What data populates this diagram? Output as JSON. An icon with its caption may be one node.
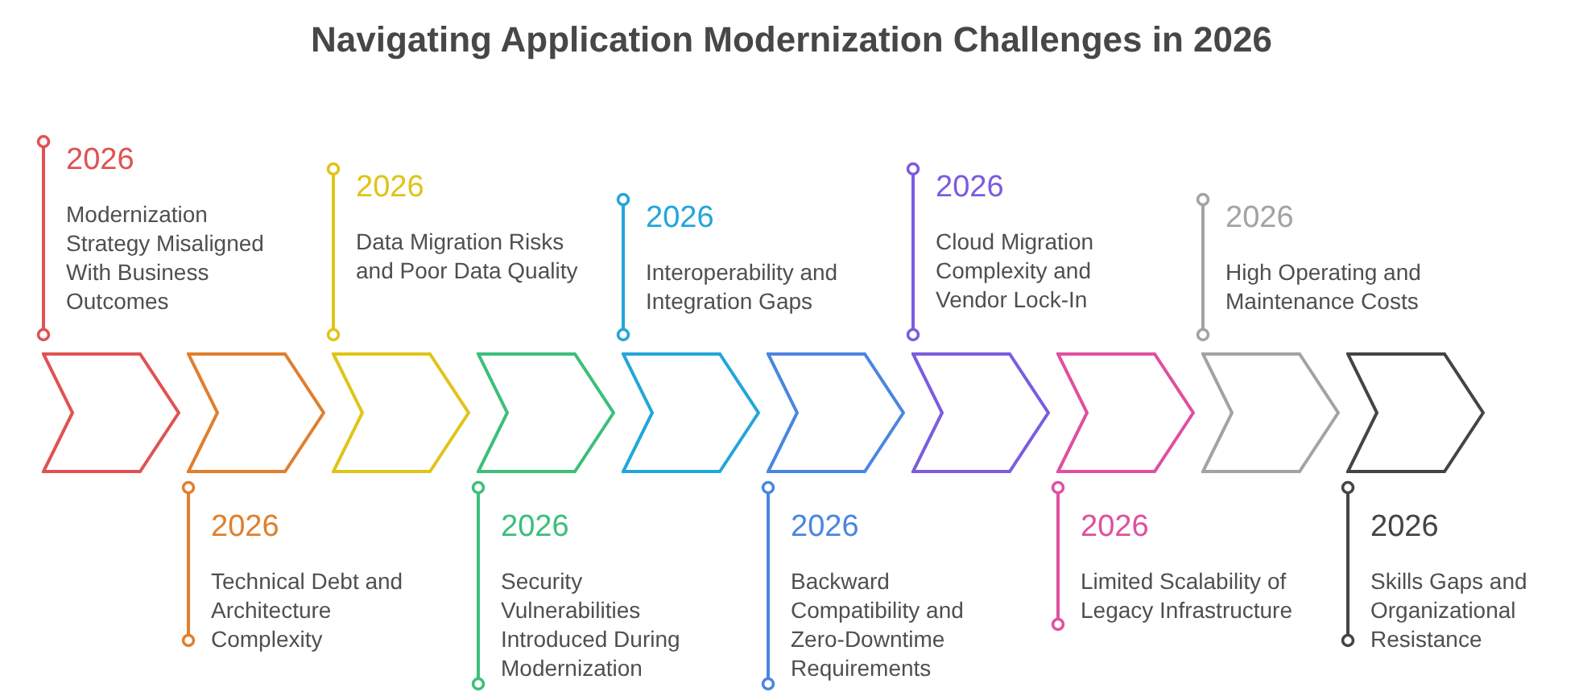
{
  "diagram": {
    "title": "Navigating Application Modernization Challenges in 2026",
    "nodes": [
      {
        "text": [
          "2026",
          "Modernization Strategy Misaligned With Business Outcomes"
        ]
      },
      {
        "text": [],
        "shape": "chevron"
      },
      {
        "text": [
          "2026",
          "Technical Debt and Architecture Complexity"
        ]
      },
      {
        "text": [],
        "shape": "chevron"
      },
      {
        "text": [
          "2026",
          "Data Migration Risks and Poor Data Quality"
        ]
      },
      {
        "text": [],
        "shape": "chevron"
      },
      {
        "text": [
          "2026",
          "Security Vulnerabilities Introduced During Modernization"
        ]
      },
      {
        "text": [],
        "shape": "chevron"
      },
      {
        "text": [
          "2026",
          "Interoperability and Integration Gaps"
        ]
      },
      {
        "text": [],
        "shape": "chevron"
      },
      {
        "text": [
          "2026",
          "Backward Compatibility and Zero-Downtime Requirements"
        ]
      },
      {
        "text": [],
        "shape": "chevron"
      },
      {
        "text": [
          "2026",
          "Cloud Migration Complexity and Vendor Lock-In"
        ]
      },
      {
        "text": [],
        "shape": "chevron"
      },
      {
        "text": [
          "2026",
          "Limited Scalability of Legacy Infrastructure"
        ]
      },
      {
        "text": [],
        "shape": "chevron"
      },
      {
        "text": [
          "2026",
          "High Operating and Maintenance Costs"
        ]
      },
      {
        "text": [],
        "shape": "chevron"
      },
      {
        "text": [
          "2026",
          "Skills Gaps and Organizational Resistance"
        ]
      },
      {
        "text": [],
        "shape": "chevron"
      }
    ],
    "edges": [
      {
        "from": 0,
        "to": 1,
        "arrow": "other",
        "color": "#e05252"
      },
      {
        "from": 2,
        "to": 3,
        "arrow": "other",
        "color": "#e07f2e"
      },
      {
        "from": 4,
        "to": 5,
        "arrow": "other",
        "color": "#e0c418"
      },
      {
        "from": 6,
        "to": 7,
        "arrow": "other",
        "color": "#3cbf7a"
      },
      {
        "from": 8,
        "to": 9,
        "arrow": "other",
        "color": "#23a6d9"
      },
      {
        "from": 10,
        "to": 11,
        "arrow": "other",
        "color": "#4a86e0"
      },
      {
        "from": 12,
        "to": 13,
        "arrow": "other",
        "color": "#7b5ce0"
      },
      {
        "from": 14,
        "to": 15,
        "arrow": "other",
        "color": "#e04fa0"
      },
      {
        "from": 16,
        "to": 17,
        "arrow": "other",
        "color": "#a3a3a3"
      },
      {
        "from": 18,
        "to": 19,
        "arrow": "other",
        "color": "#444444"
      }
    ]
  }
}
